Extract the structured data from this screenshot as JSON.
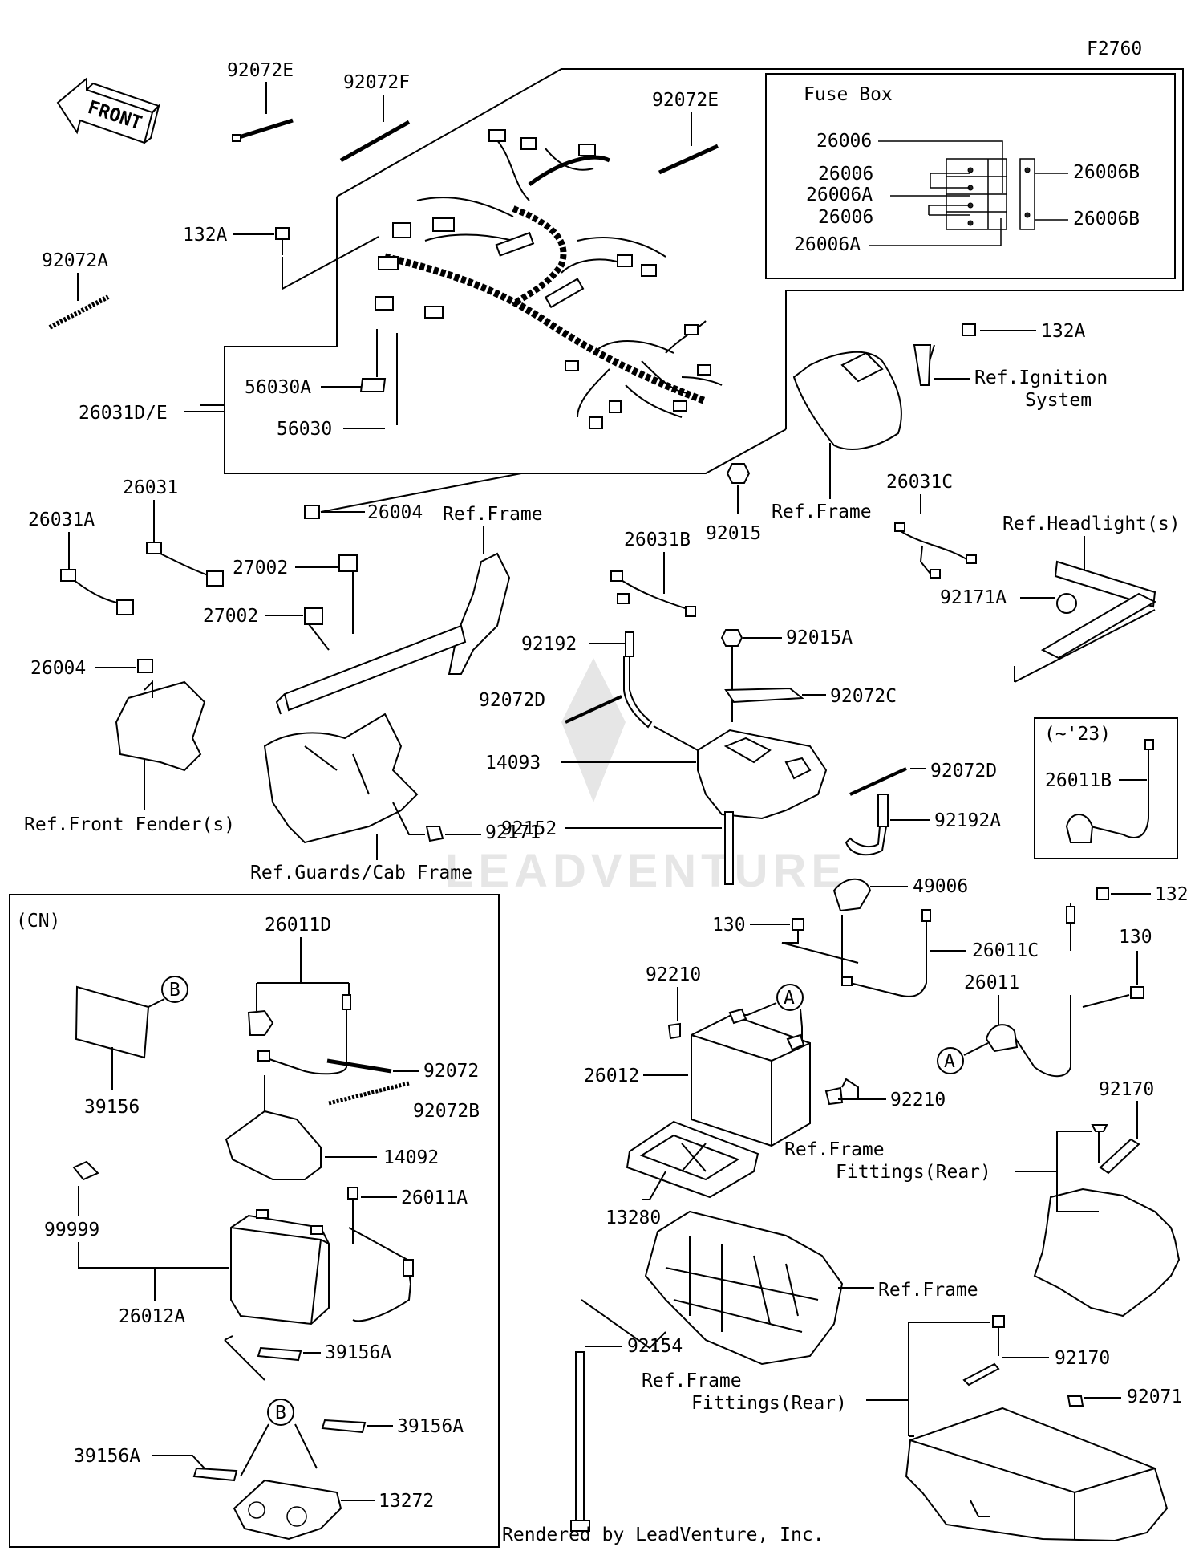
{
  "figure_id": "F2760",
  "front_label": "FRONT",
  "fuse_box": {
    "title": "Fuse Box",
    "labels": [
      "26006",
      "26006",
      "26006A",
      "26006",
      "26006A",
      "26006B",
      "26006B"
    ]
  },
  "harness_labels": {
    "tie_e_left": "92072E",
    "tie_f": "92072F",
    "tie_e_right": "92072E",
    "tie_a": "92072A",
    "bolt_132a_left": "132A",
    "bolt_132a_right": "132A",
    "label_56030a": "56030A",
    "harness_main": "26031D/E",
    "label_56030": "56030",
    "ignition_ref_1": "Ref.Ignition",
    "ignition_ref_2": "System",
    "frame_ref_top": "Ref.Frame",
    "nut_92015": "92015",
    "connector_26004_top": "26004",
    "harness_26031c": "26031C",
    "headlight_ref": "Ref.Headlight(s)",
    "harness_26031a": "26031A",
    "harness_26031": "26031",
    "frame_ref_mid": "Ref.Frame",
    "relay_27002_a": "27002",
    "relay_27002_b": "27002",
    "connector_26004_left": "26004",
    "front_fender_ref": "Ref.Front Fender(s)",
    "harness_26031b": "26031B",
    "grommet_92171a": "92171A",
    "tube_92192": "92192",
    "nut_92015a": "92015A",
    "tie_92072d_left": "92072D",
    "tie_92072c": "92072C",
    "case_14093": "14093",
    "tie_92072d_right": "92072D",
    "tube_92192a": "92192A",
    "rod_92152": "92152",
    "grommet_92171": "92171",
    "guards_ref": "Ref.Guards/Cab Frame",
    "year_note": "(~'23)",
    "lead_26011b": "26011B"
  },
  "cn_box": {
    "title": "(CN)",
    "labels": {
      "lead_26011d": "26011D",
      "circle_b_top": "B",
      "label_39156": "39156",
      "tie_92072": "92072",
      "tie_92072b": "92072B",
      "case_14092": "14092",
      "lead_26011a": "26011A",
      "label_99999": "99999",
      "battery_26012a": "26012A",
      "pad_39156a_top": "39156A",
      "circle_b_bottom": "B",
      "pad_39156a_right": "39156A",
      "pad_39156a_left": "39156A",
      "plate_13272": "13272"
    }
  },
  "battery_area": {
    "cover_49006": "49006",
    "bolt_132": "132",
    "bolt_130_left": "130",
    "bolt_130_right": "130",
    "lead_26011c": "26011C",
    "lead_26011": "26011",
    "screw_92210_top": "92210",
    "circle_a_top": "A",
    "circle_a_left": "A",
    "battery_26012": "26012",
    "screw_92210_bottom": "92210",
    "strap_92170_top": "92170",
    "frame_fittings_ref_1": "Ref.Frame",
    "frame_fittings_ref_2": "Fittings(Rear)",
    "tray_13280": "13280",
    "frame_ref_bottom": "Ref.Frame",
    "bolt_92154": "92154",
    "frame_fittings_ref_3": "Ref.Frame",
    "frame_fittings_ref_4": "Fittings(Rear)",
    "strap_92170_bottom": "92170",
    "nut_92071": "92071"
  },
  "footer": "Rendered by LeadVenture, Inc.",
  "watermark": "LEADVENTURE"
}
